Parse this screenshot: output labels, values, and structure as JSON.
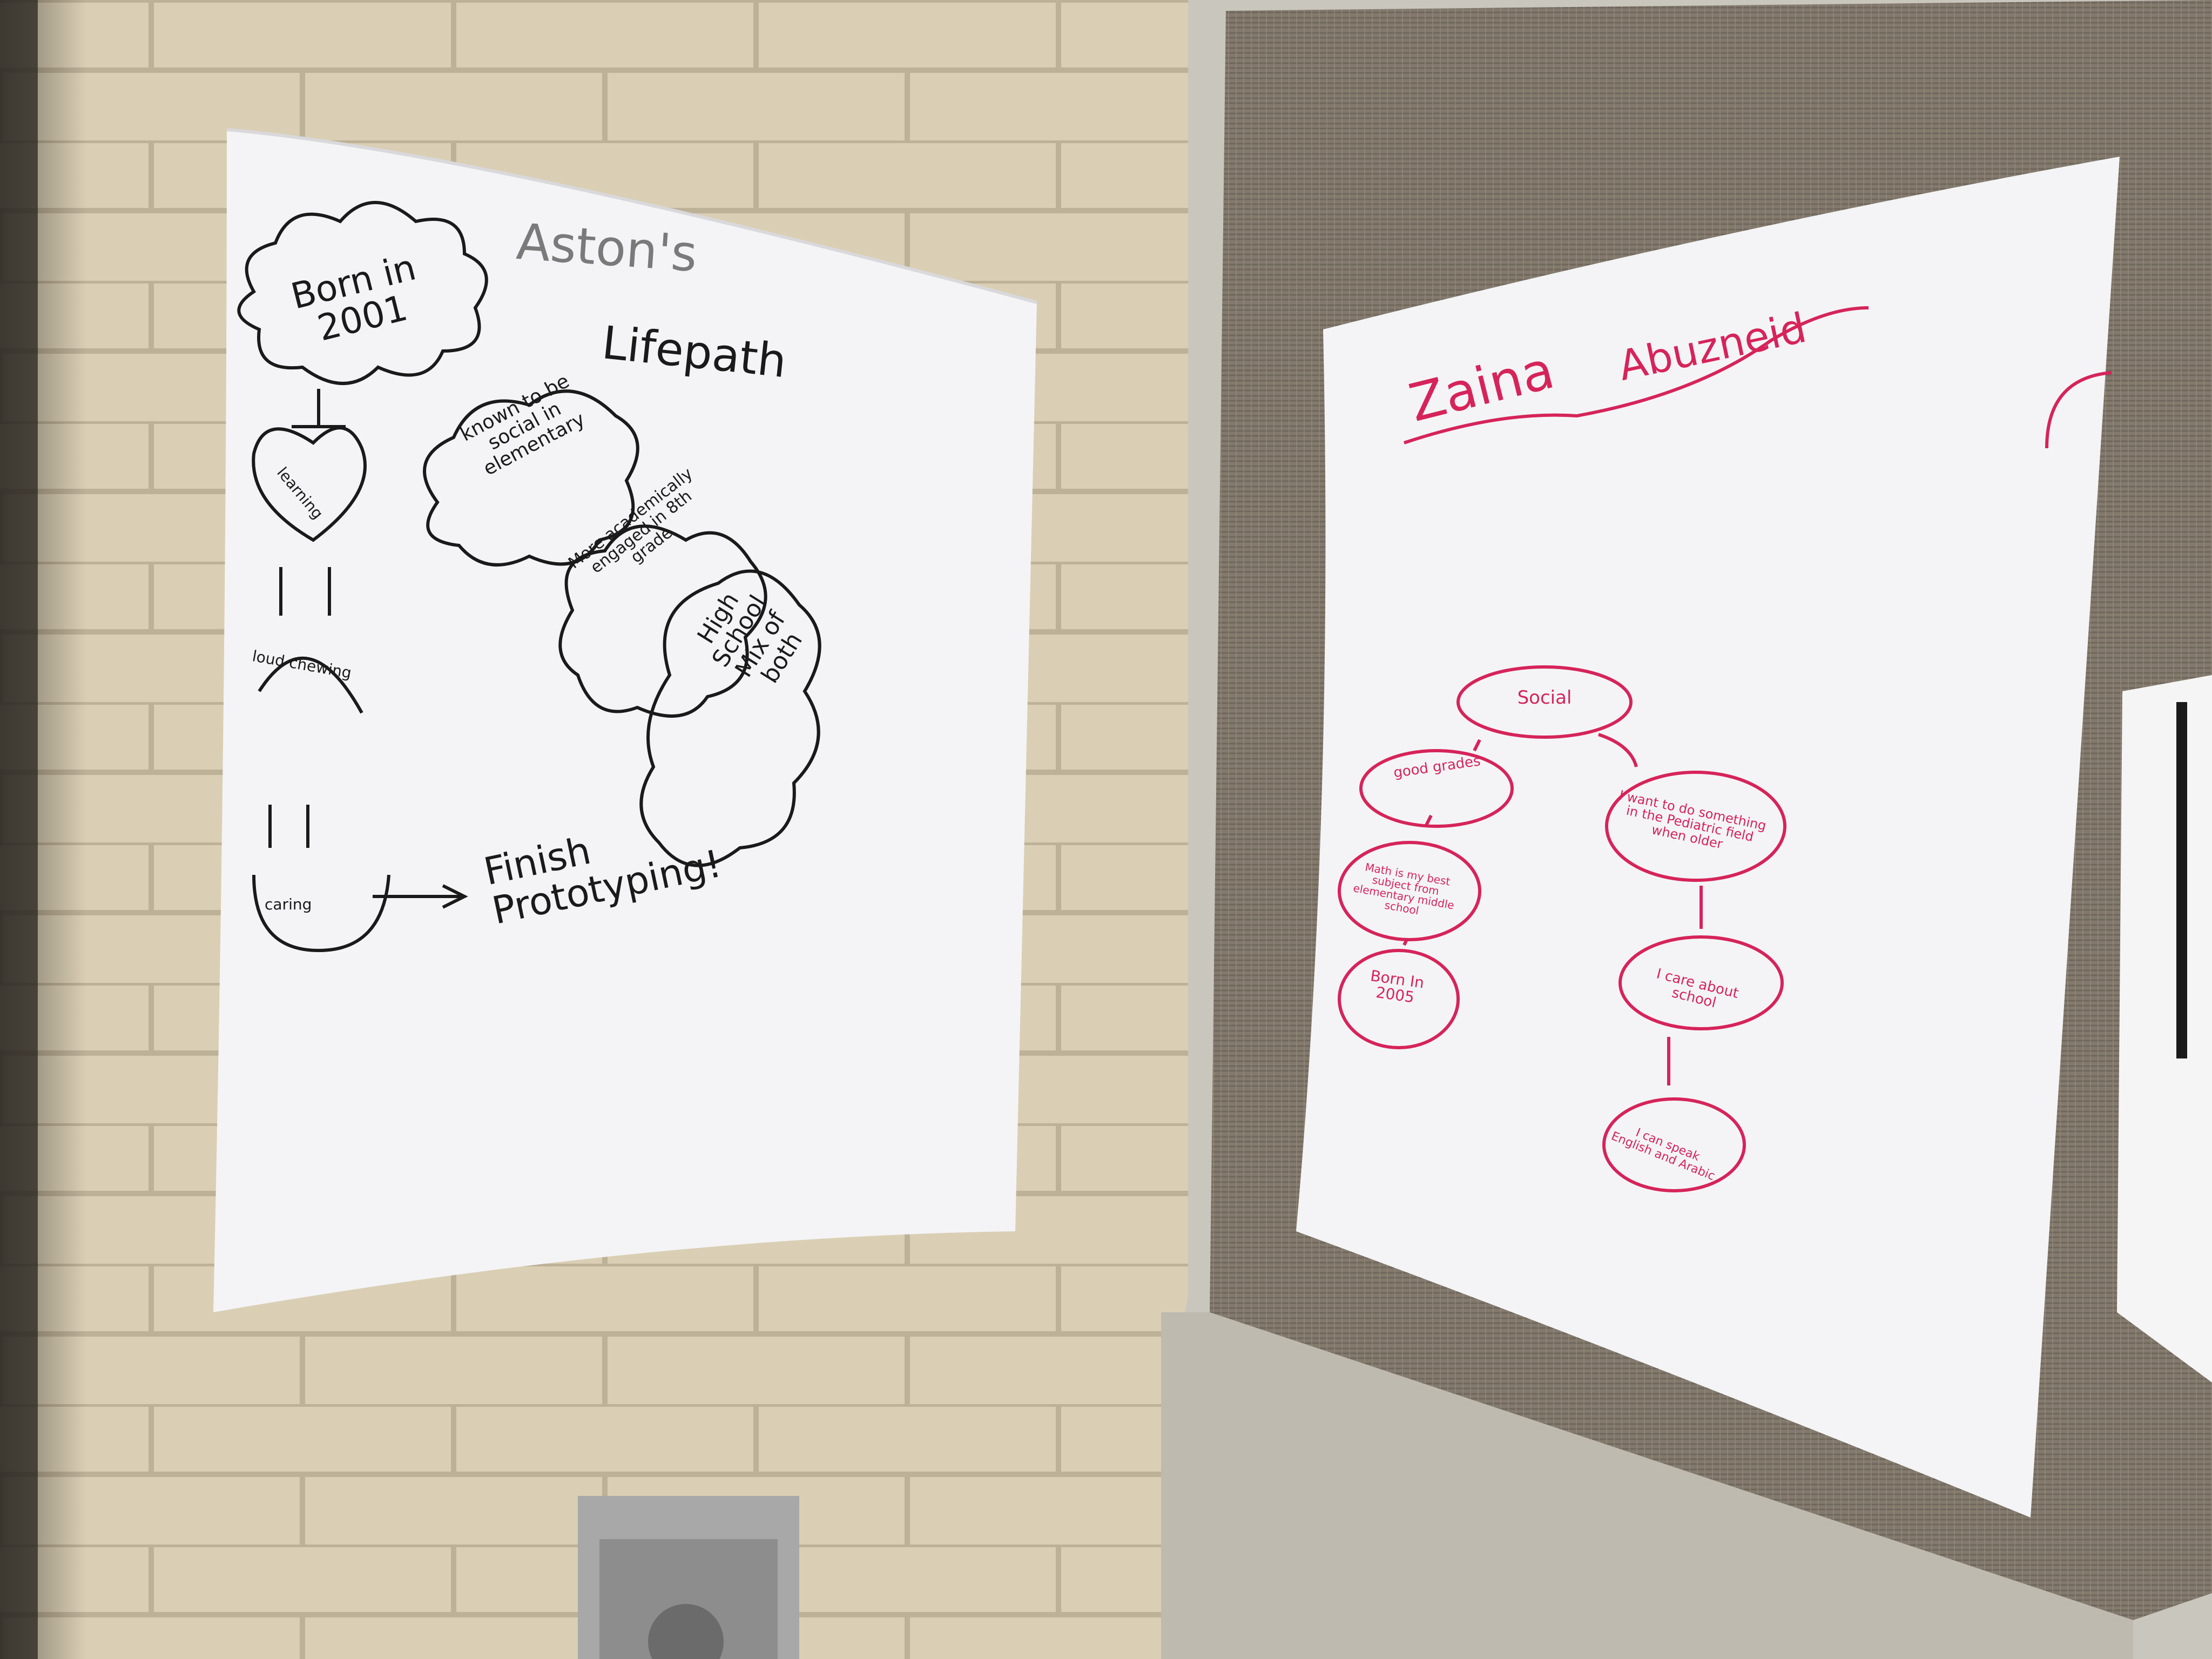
{
  "left_poster": {
    "title_name": "Aston's",
    "title_word": "Lifepath",
    "born_cloud": "Born in 2001",
    "heart_label": "learning",
    "arc_label": "loud chewing",
    "cup_label": "caring",
    "finish_note": "Finish Prototyping!",
    "cloud_social": "known to be social in elementary",
    "cloud_engaged": "More academically engaged in 8th grade",
    "cloud_highschool": "High School Mix of both"
  },
  "right_poster": {
    "title_first": "Zaina",
    "title_last": "Abuzneid",
    "node_social": "Social",
    "node_good_grades": "good grades",
    "node_math": "Math is my best subject from elementary middle school",
    "node_born": "Born In 2005",
    "node_pediatric": "I want to do something in the Pediatric field when older",
    "node_care_school": "I care about school",
    "node_languages": "I can speak English and Arabic"
  },
  "colors": {
    "wall": "#d8ccb0",
    "paper": "#f4f4f6",
    "ink_black": "#1a1a1a",
    "ink_red": "#d6245a",
    "board": "#7d7468"
  }
}
